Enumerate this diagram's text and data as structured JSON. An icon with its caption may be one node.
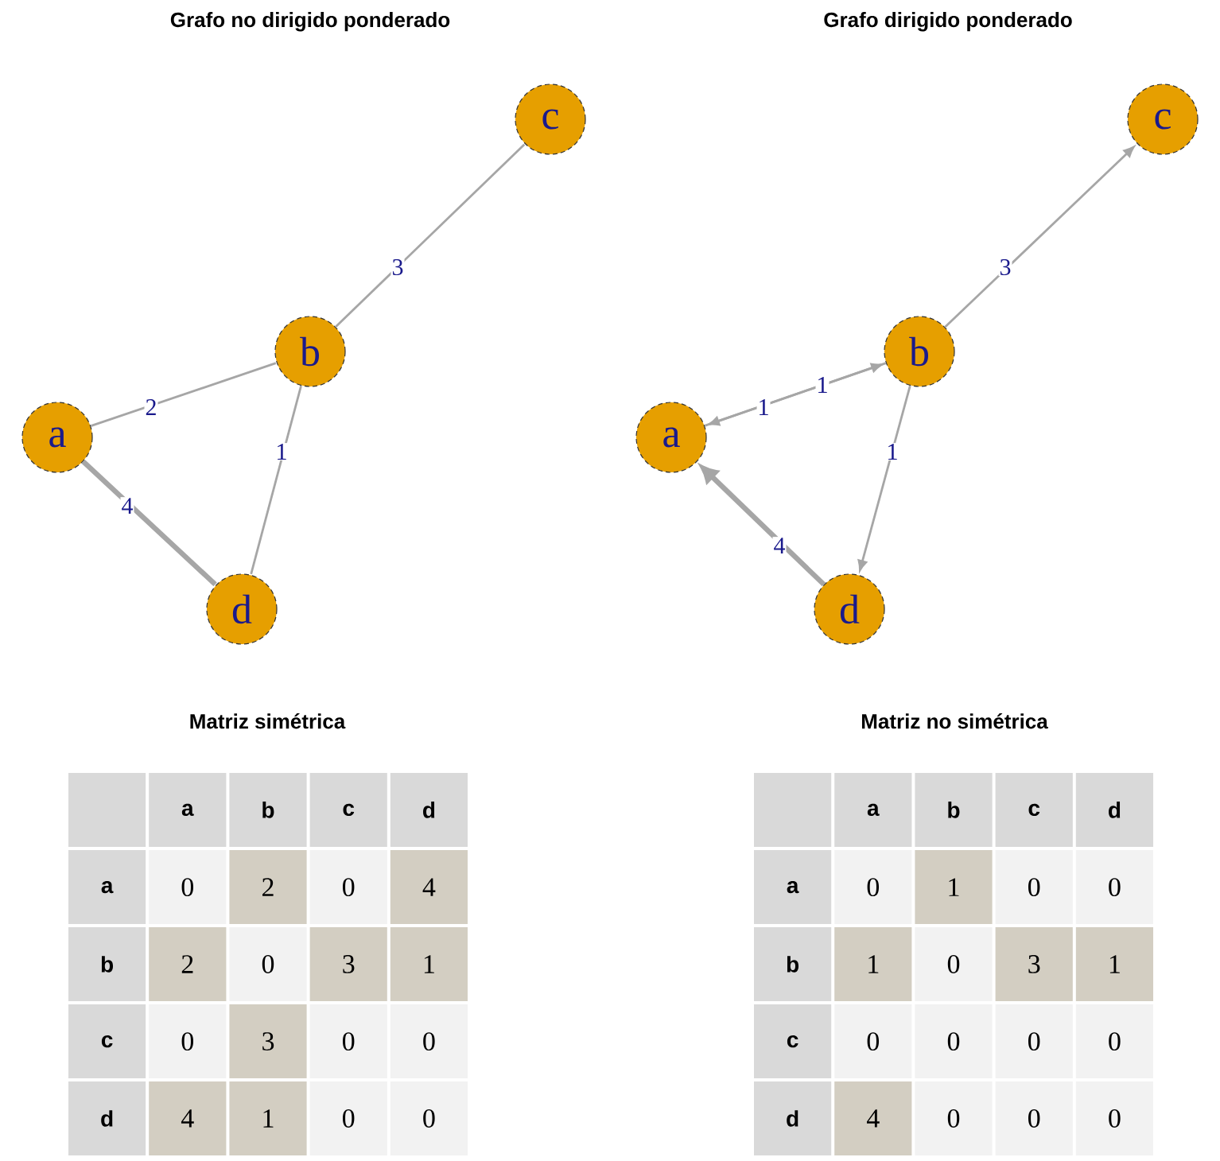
{
  "diagram": {
    "nodes": [
      {
        "text": [
          "a"
        ]
      },
      {
        "text": [
          "b"
        ]
      },
      {
        "text": [
          "c"
        ]
      },
      {
        "text": [
          "d"
        ]
      },
      {
        "text": [
          "a"
        ]
      },
      {
        "text": [
          "b"
        ]
      },
      {
        "text": [
          "c"
        ]
      },
      {
        "text": [
          "d"
        ]
      }
    ],
    "edges": [
      {
        "from": 0,
        "to": 1,
        "arrow": "none",
        "label": "2"
      },
      {
        "from": 1,
        "to": 2,
        "arrow": "none",
        "label": "3"
      },
      {
        "from": 1,
        "to": 3,
        "arrow": "none",
        "label": "1"
      },
      {
        "from": 0,
        "to": 3,
        "arrow": "none",
        "label": "4",
        "style": "thick"
      },
      {
        "from": 5,
        "to": 6,
        "arrow": "to",
        "label": "3"
      },
      {
        "from": 4,
        "to": 5,
        "arrow": "to",
        "label": "1"
      },
      {
        "from": 5,
        "to": 4,
        "arrow": "to",
        "label": "1"
      },
      {
        "from": 5,
        "to": 7,
        "arrow": "to",
        "label": "1"
      },
      {
        "from": 7,
        "to": 4,
        "arrow": "to",
        "label": "4",
        "style": "thick"
      }
    ],
    "labels": [
      "Grafo no dirigido ponderado",
      "Grafo dirigido ponderado",
      "Matriz simétrica",
      "Matriz no simétrica",
      "a",
      "b",
      "c",
      "d",
      "a",
      "0",
      "2",
      "0",
      "4",
      "b",
      "2",
      "0",
      "3",
      "1",
      "c",
      "0",
      "3",
      "0",
      "0",
      "d",
      "4",
      "1",
      "0",
      "0",
      "a",
      "b",
      "c",
      "d",
      "a",
      "0",
      "1",
      "0",
      "0",
      "b",
      "1",
      "0",
      "3",
      "1",
      "c",
      "0",
      "0",
      "0",
      "0",
      "d",
      "4",
      "0",
      "0",
      "0"
    ]
  }
}
